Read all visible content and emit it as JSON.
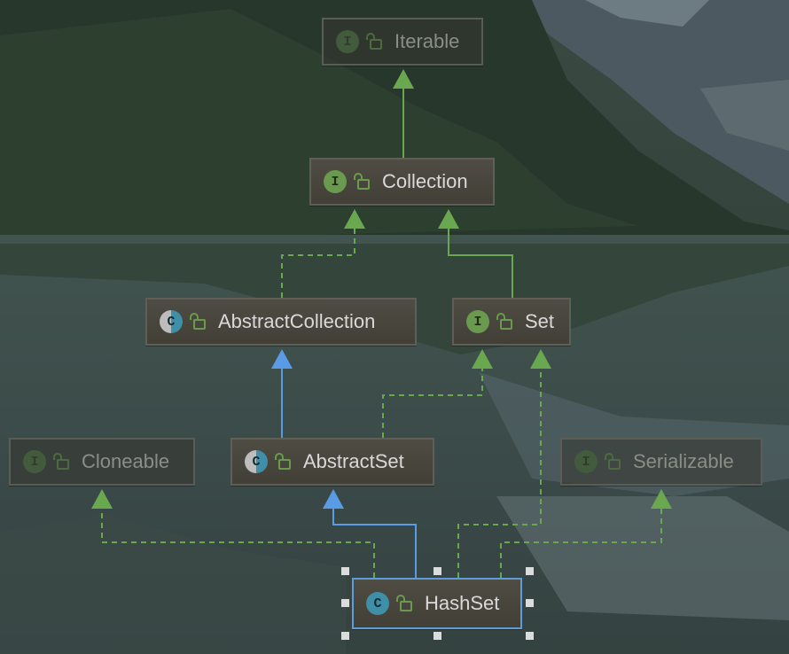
{
  "colors": {
    "implements_edge": "#6aa84f",
    "extends_edge": "#5a9be6",
    "interface_badge": "#6a9a4e",
    "class_badge": "#3f8fa8",
    "selection": "#5d9ed9"
  },
  "nodes": {
    "iterable": {
      "label": "Iterable",
      "badge": "I",
      "kind": "interface",
      "dimmed": true
    },
    "collection": {
      "label": "Collection",
      "badge": "I",
      "kind": "interface"
    },
    "abstract_collection": {
      "label": "AbstractCollection",
      "badge": "C",
      "kind": "abstract-class"
    },
    "set": {
      "label": "Set",
      "badge": "I",
      "kind": "interface"
    },
    "cloneable": {
      "label": "Cloneable",
      "badge": "I",
      "kind": "interface",
      "dimmed": true
    },
    "abstract_set": {
      "label": "AbstractSet",
      "badge": "C",
      "kind": "abstract-class"
    },
    "serializable": {
      "label": "Serializable",
      "badge": "I",
      "kind": "interface",
      "dimmed": true
    },
    "hash_set": {
      "label": "HashSet",
      "badge": "C",
      "kind": "class",
      "selected": true
    }
  },
  "relations": [
    {
      "from": "Collection",
      "to": "Iterable",
      "type": "extends",
      "style": "solid-green"
    },
    {
      "from": "AbstractCollection",
      "to": "Collection",
      "type": "implements",
      "style": "dashed-green"
    },
    {
      "from": "Set",
      "to": "Collection",
      "type": "extends",
      "style": "solid-green"
    },
    {
      "from": "AbstractSet",
      "to": "AbstractCollection",
      "type": "extends",
      "style": "solid-blue"
    },
    {
      "from": "AbstractSet",
      "to": "Set",
      "type": "implements",
      "style": "dashed-green"
    },
    {
      "from": "HashSet",
      "to": "AbstractSet",
      "type": "extends",
      "style": "solid-blue"
    },
    {
      "from": "HashSet",
      "to": "Set",
      "type": "implements",
      "style": "dashed-green"
    },
    {
      "from": "HashSet",
      "to": "Cloneable",
      "type": "implements",
      "style": "dashed-green"
    },
    {
      "from": "HashSet",
      "to": "Serializable",
      "type": "implements",
      "style": "dashed-green"
    }
  ]
}
